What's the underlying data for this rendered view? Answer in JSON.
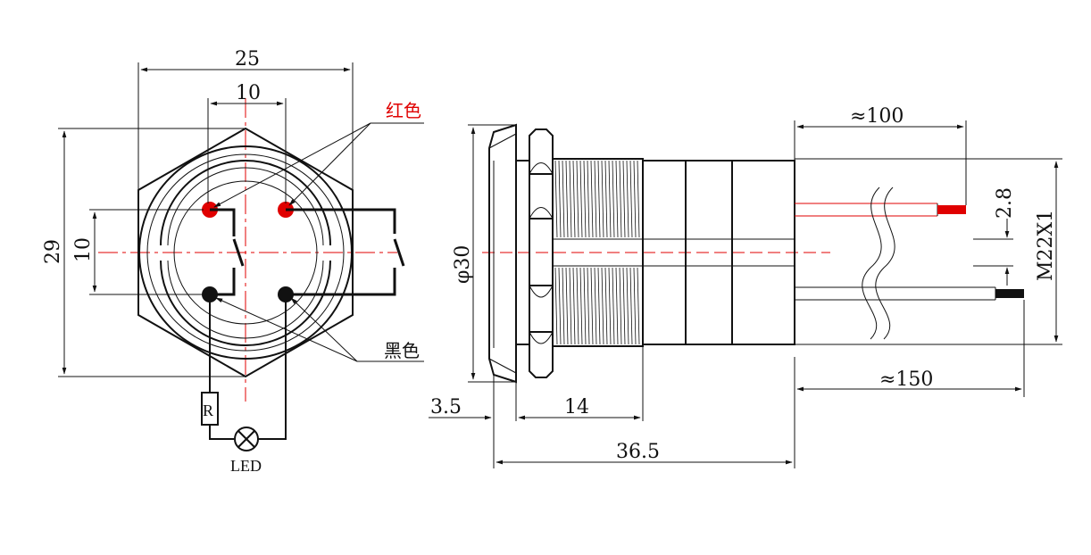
{
  "front_view": {
    "dim_width_outer": "25",
    "dim_width_inner": "10",
    "dim_height_outer": "29",
    "dim_height_inner": "10",
    "label_red": "红色",
    "label_black": "黑色",
    "resistor_label": "R",
    "led_label": "LED"
  },
  "side_view": {
    "dim_diameter": "φ30",
    "dim_wire_red": "≈100",
    "dim_pin": "2.8",
    "dim_thread": "M22X1",
    "dim_wire_black": "≈150",
    "dim_flange": "3.5",
    "dim_thread_len": "14",
    "dim_total": "36.5"
  },
  "colors": {
    "red": "#e00000",
    "line": "#111111"
  }
}
